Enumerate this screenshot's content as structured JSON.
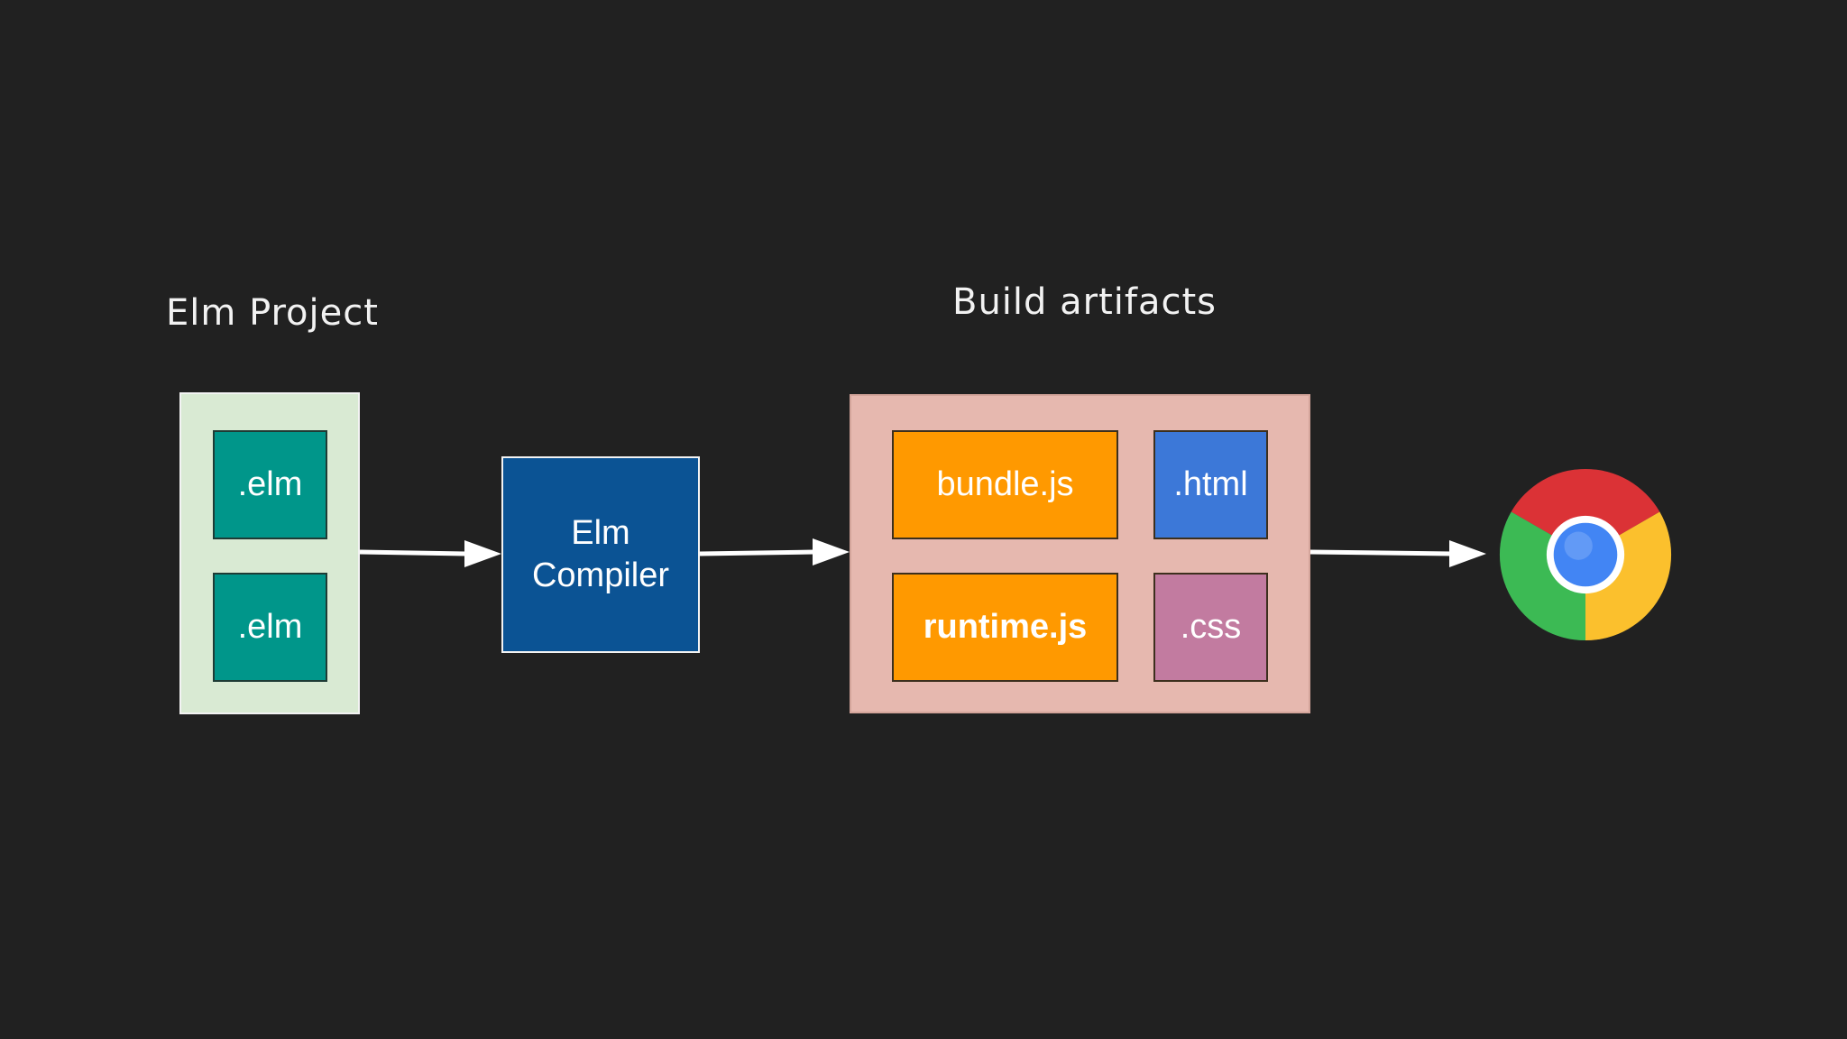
{
  "headings": {
    "project": "Elm Project",
    "artifacts": "Build artifacts"
  },
  "project": {
    "files": [
      ".elm",
      ".elm"
    ]
  },
  "compiler": {
    "line1": "Elm",
    "line2": "Compiler"
  },
  "artifacts": {
    "bundle": "bundle.js",
    "html": ".html",
    "runtime": "runtime.js",
    "css": ".css"
  },
  "browser": {
    "icon": "chrome-icon"
  },
  "colors": {
    "background": "#212121",
    "project_container": "#d9ead3",
    "elm_file": "#00968a",
    "compiler": "#0b5394",
    "artifacts_container": "#e6b8af",
    "js_artifact": "#ff9900",
    "html_artifact": "#3c78d8",
    "css_artifact": "#c27ba0",
    "arrow": "#ffffff"
  }
}
